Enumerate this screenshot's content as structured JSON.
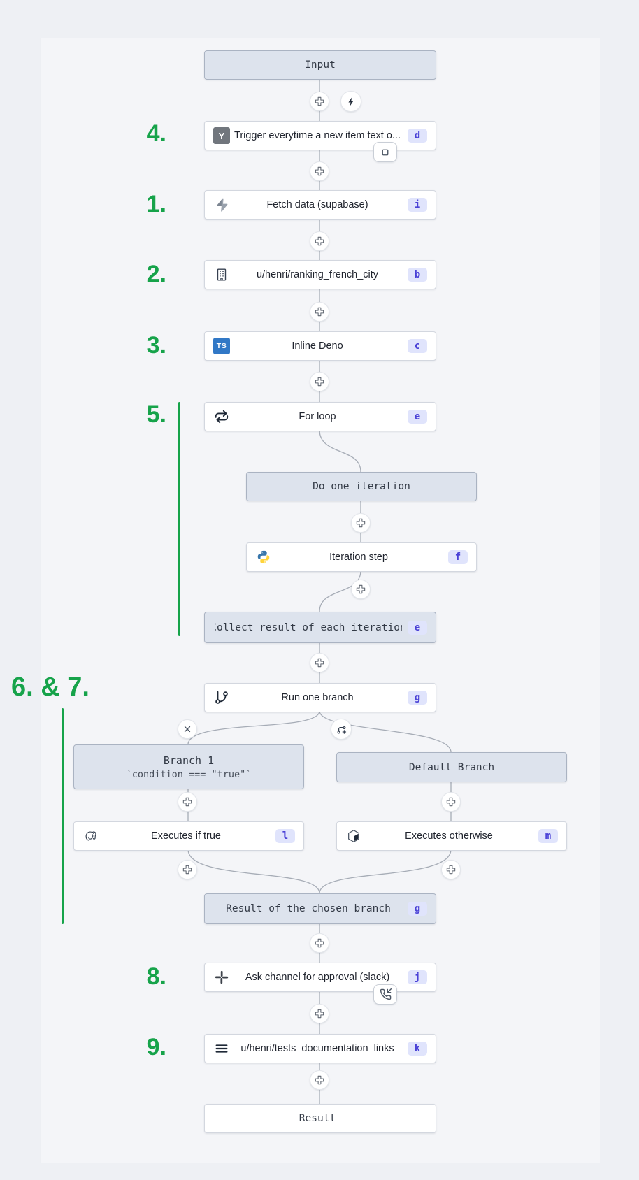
{
  "flow": {
    "input": {
      "label": "Input"
    },
    "trigger": {
      "label": "Trigger everytime a new item text o...",
      "badge": "d",
      "icon": "hackernews",
      "icon_text": "Y",
      "indicator_icon": "suspend-square"
    },
    "fetch": {
      "label": "Fetch data (supabase)",
      "badge": "i",
      "icon": "supabase-bolt"
    },
    "ranking": {
      "label": "u/henri/ranking_french_city",
      "badge": "b",
      "icon": "building"
    },
    "deno": {
      "label": "Inline Deno",
      "badge": "c",
      "icon": "typescript",
      "icon_text": "TS"
    },
    "forloop": {
      "label": "For loop",
      "badge": "e",
      "icon": "repeat-arrows"
    },
    "iter_header": {
      "label": "Do one iteration"
    },
    "iteration": {
      "label": "Iteration step",
      "badge": "f",
      "icon": "python"
    },
    "collect": {
      "label": "Collect result of each iteration",
      "badge": "e"
    },
    "runbranch": {
      "label": "Run one branch",
      "badge": "g",
      "icon": "git-branch"
    },
    "branch1": {
      "title": "Branch 1",
      "condition": "`condition === \"true\"`"
    },
    "default_branch": {
      "label": "Default Branch"
    },
    "exec_true": {
      "label": "Executes if true",
      "badge": "l",
      "icon": "postgresql-elephant"
    },
    "exec_otherwise": {
      "label": "Executes otherwise",
      "badge": "m",
      "icon": "cube"
    },
    "result_chosen": {
      "label": "Result of the chosen branch",
      "badge": "g"
    },
    "ask": {
      "label": "Ask channel for approval (slack)",
      "badge": "j",
      "icon": "slack",
      "indicator_icon": "phone-incoming"
    },
    "tests": {
      "label": "u/henri/tests_documentation_links",
      "badge": "k",
      "icon": "menu-lines"
    },
    "result": {
      "label": "Result"
    }
  },
  "annotations": {
    "n4": "4.",
    "n1": "1.",
    "n2": "2.",
    "n3": "3.",
    "n5": "5.",
    "n67": "6. & 7.",
    "n8": "8.",
    "n9": "9."
  },
  "colors": {
    "annotation_green": "#16a34a",
    "badge_bg": "#e0e4fc",
    "badge_text": "#4a41d6",
    "virtual_box_bg": "#dde3ed",
    "node_bg": "#ffffff",
    "background": "#eef0f4",
    "wire": "#a6acb6",
    "typescript_blue": "#3178c6",
    "python_blue": "#3776ab",
    "python_yellow": "#ffd43b"
  }
}
